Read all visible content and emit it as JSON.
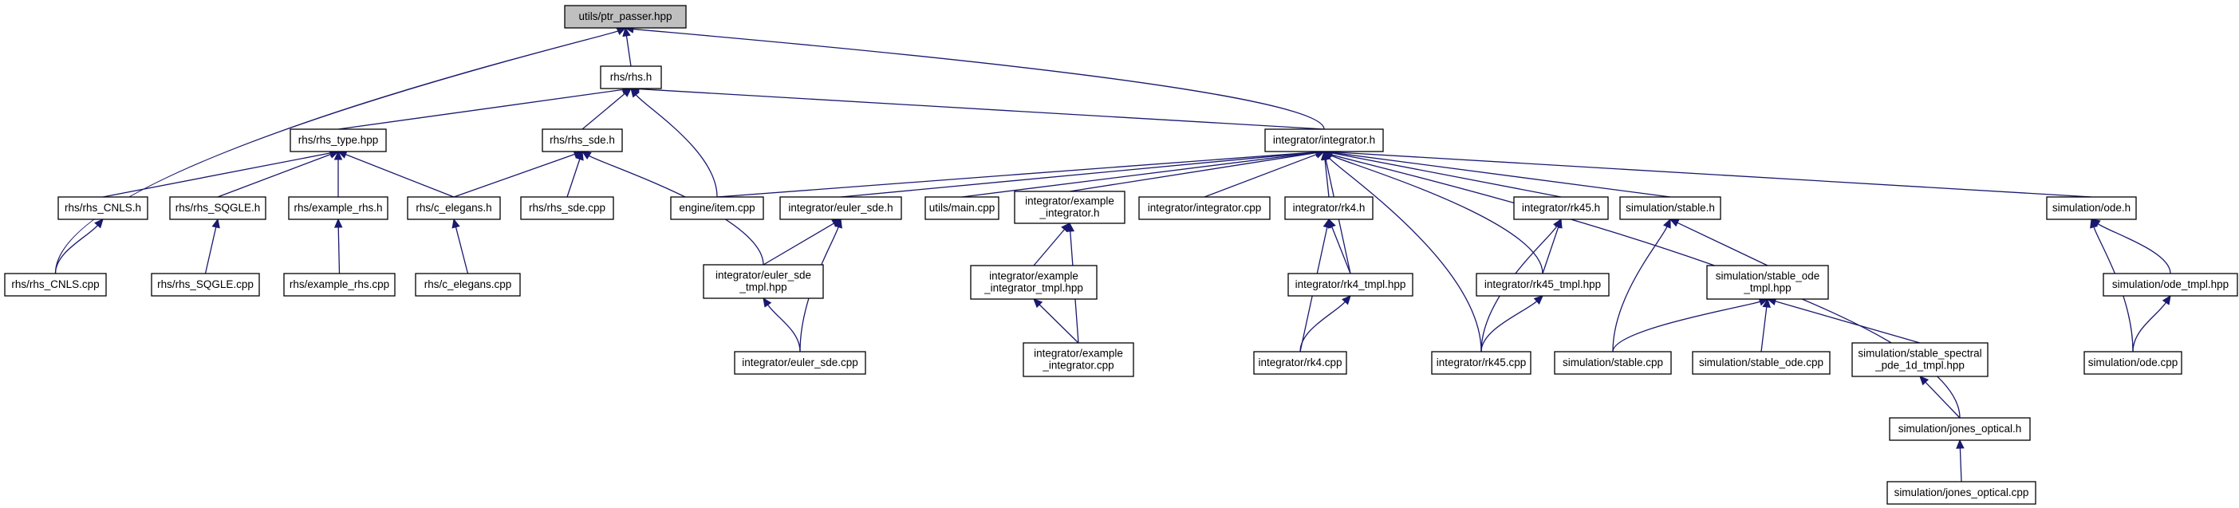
{
  "graph": {
    "edge_color": "#191970",
    "root_fill": "#bfbfbf",
    "node_fill": "#ffffff",
    "nodes": [
      {
        "id": "ptr_passer",
        "lines": [
          "utils/ptr_passer.hpp"
        ],
        "root": true
      },
      {
        "id": "rhs_h",
        "lines": [
          "rhs/rhs.h"
        ]
      },
      {
        "id": "rhs_type",
        "lines": [
          "rhs/rhs_type.hpp"
        ]
      },
      {
        "id": "rhs_sde_h",
        "lines": [
          "rhs/rhs_sde.h"
        ]
      },
      {
        "id": "integrator_h",
        "lines": [
          "integrator/integrator.h"
        ]
      },
      {
        "id": "rhs_CNLS_h",
        "lines": [
          "rhs/rhs_CNLS.h"
        ]
      },
      {
        "id": "rhs_SQGLE_h",
        "lines": [
          "rhs/rhs_SQGLE.h"
        ]
      },
      {
        "id": "example_rhs_h",
        "lines": [
          "rhs/example_rhs.h"
        ]
      },
      {
        "id": "c_elegans_h",
        "lines": [
          "rhs/c_elegans.h"
        ]
      },
      {
        "id": "rhs_sde_cpp",
        "lines": [
          "rhs/rhs_sde.cpp"
        ]
      },
      {
        "id": "item_cpp",
        "lines": [
          "engine/item.cpp"
        ]
      },
      {
        "id": "euler_sde_h",
        "lines": [
          "integrator/euler_sde.h"
        ]
      },
      {
        "id": "main_cpp",
        "lines": [
          "utils/main.cpp"
        ]
      },
      {
        "id": "example_integrator_h",
        "lines": [
          "integrator/example",
          "_integrator.h"
        ]
      },
      {
        "id": "integrator_cpp",
        "lines": [
          "integrator/integrator.cpp"
        ]
      },
      {
        "id": "rk4_h",
        "lines": [
          "integrator/rk4.h"
        ]
      },
      {
        "id": "rk45_h",
        "lines": [
          "integrator/rk45.h"
        ]
      },
      {
        "id": "stable_h",
        "lines": [
          "simulation/stable.h"
        ]
      },
      {
        "id": "ode_h",
        "lines": [
          "simulation/ode.h"
        ]
      },
      {
        "id": "rhs_CNLS_cpp",
        "lines": [
          "rhs/rhs_CNLS.cpp"
        ]
      },
      {
        "id": "rhs_SQGLE_cpp",
        "lines": [
          "rhs/rhs_SQGLE.cpp"
        ]
      },
      {
        "id": "example_rhs_cpp",
        "lines": [
          "rhs/example_rhs.cpp"
        ]
      },
      {
        "id": "c_elegans_cpp",
        "lines": [
          "rhs/c_elegans.cpp"
        ]
      },
      {
        "id": "euler_sde_tmpl",
        "lines": [
          "integrator/euler_sde",
          "_tmpl.hpp"
        ]
      },
      {
        "id": "example_integrator_tmpl",
        "lines": [
          "integrator/example",
          "_integrator_tmpl.hpp"
        ]
      },
      {
        "id": "rk4_tmpl",
        "lines": [
          "integrator/rk4_tmpl.hpp"
        ]
      },
      {
        "id": "rk45_tmpl",
        "lines": [
          "integrator/rk45_tmpl.hpp"
        ]
      },
      {
        "id": "stable_ode_tmpl",
        "lines": [
          "simulation/stable_ode",
          "_tmpl.hpp"
        ]
      },
      {
        "id": "ode_tmpl",
        "lines": [
          "simulation/ode_tmpl.hpp"
        ]
      },
      {
        "id": "euler_sde_cpp",
        "lines": [
          "integrator/euler_sde.cpp"
        ]
      },
      {
        "id": "example_integrator_cpp",
        "lines": [
          "integrator/example",
          "_integrator.cpp"
        ]
      },
      {
        "id": "rk4_cpp",
        "lines": [
          "integrator/rk4.cpp"
        ]
      },
      {
        "id": "rk45_cpp",
        "lines": [
          "integrator/rk45.cpp"
        ]
      },
      {
        "id": "stable_cpp",
        "lines": [
          "simulation/stable.cpp"
        ]
      },
      {
        "id": "stable_ode_cpp",
        "lines": [
          "simulation/stable_ode.cpp"
        ]
      },
      {
        "id": "stable_spectral",
        "lines": [
          "simulation/stable_spectral",
          "_pde_1d_tmpl.hpp"
        ]
      },
      {
        "id": "ode_cpp",
        "lines": [
          "simulation/ode.cpp"
        ]
      },
      {
        "id": "jones_optical_h",
        "lines": [
          "simulation/jones_optical.h"
        ]
      },
      {
        "id": "jones_optical_cpp",
        "lines": [
          "simulation/jones_optical.cpp"
        ]
      }
    ],
    "edges": [
      [
        "rhs_h",
        "ptr_passer"
      ],
      [
        "rhs_CNLS_cpp",
        "ptr_passer"
      ],
      [
        "integrator_h",
        "ptr_passer"
      ],
      [
        "rhs_type",
        "rhs_h"
      ],
      [
        "rhs_sde_h",
        "rhs_h"
      ],
      [
        "item_cpp",
        "rhs_h"
      ],
      [
        "integrator_h",
        "rhs_h"
      ],
      [
        "rhs_CNLS_h",
        "rhs_type"
      ],
      [
        "rhs_SQGLE_h",
        "rhs_type"
      ],
      [
        "example_rhs_h",
        "rhs_type"
      ],
      [
        "c_elegans_h",
        "rhs_type"
      ],
      [
        "c_elegans_h",
        "rhs_sde_h"
      ],
      [
        "rhs_sde_cpp",
        "rhs_sde_h"
      ],
      [
        "euler_sde_tmpl",
        "rhs_sde_h"
      ],
      [
        "rhs_CNLS_cpp",
        "rhs_CNLS_h"
      ],
      [
        "rhs_SQGLE_cpp",
        "rhs_SQGLE_h"
      ],
      [
        "example_rhs_cpp",
        "example_rhs_h"
      ],
      [
        "c_elegans_cpp",
        "c_elegans_h"
      ],
      [
        "item_cpp",
        "integrator_h"
      ],
      [
        "euler_sde_h",
        "integrator_h"
      ],
      [
        "main_cpp",
        "integrator_h"
      ],
      [
        "example_integrator_h",
        "integrator_h"
      ],
      [
        "integrator_cpp",
        "integrator_h"
      ],
      [
        "rk4_h",
        "integrator_h"
      ],
      [
        "rk4_tmpl",
        "integrator_h"
      ],
      [
        "rk45_cpp",
        "integrator_h"
      ],
      [
        "rk45_tmpl",
        "integrator_h"
      ],
      [
        "rk45_h",
        "integrator_h"
      ],
      [
        "stable_h",
        "integrator_h"
      ],
      [
        "jones_optical_h",
        "integrator_h"
      ],
      [
        "ode_h",
        "integrator_h"
      ],
      [
        "euler_sde_tmpl",
        "euler_sde_h"
      ],
      [
        "euler_sde_cpp",
        "euler_sde_h"
      ],
      [
        "euler_sde_cpp",
        "euler_sde_tmpl"
      ],
      [
        "example_integrator_tmpl",
        "example_integrator_h"
      ],
      [
        "example_integrator_cpp",
        "example_integrator_h"
      ],
      [
        "example_integrator_cpp",
        "example_integrator_tmpl"
      ],
      [
        "rk4_tmpl",
        "rk4_h"
      ],
      [
        "rk4_cpp",
        "rk4_h"
      ],
      [
        "rk4_cpp",
        "rk4_tmpl"
      ],
      [
        "rk45_tmpl",
        "rk45_h"
      ],
      [
        "rk45_cpp",
        "rk45_h"
      ],
      [
        "rk45_cpp",
        "rk45_tmpl"
      ],
      [
        "stable_ode_tmpl",
        "stable_h"
      ],
      [
        "stable_cpp",
        "stable_h"
      ],
      [
        "stable_cpp",
        "stable_ode_tmpl"
      ],
      [
        "stable_ode_cpp",
        "stable_ode_tmpl"
      ],
      [
        "stable_spectral",
        "stable_ode_tmpl"
      ],
      [
        "jones_optical_h",
        "stable_spectral"
      ],
      [
        "jones_optical_cpp",
        "jones_optical_h"
      ],
      [
        "ode_tmpl",
        "ode_h"
      ],
      [
        "ode_cpp",
        "ode_h"
      ],
      [
        "ode_cpp",
        "ode_tmpl"
      ]
    ]
  }
}
